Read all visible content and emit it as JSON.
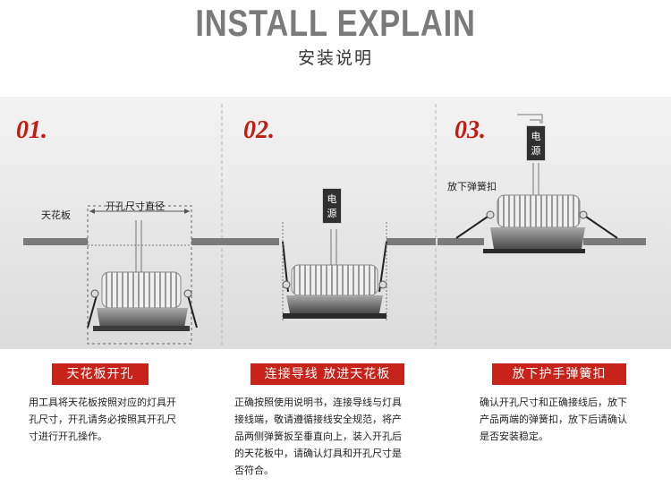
{
  "header": {
    "title": "INSTALL  EXPLAIN",
    "subtitle": "安装说明"
  },
  "steps": [
    {
      "number": "01.",
      "badge": "天花板开孔",
      "description_lines": [
        "用工具将天花板按照对应的灯具开",
        "孔尺寸，开孔请务必按照其开孔尺",
        "寸进行开孔操作。"
      ],
      "labels": {
        "ceiling": "天花板",
        "hole_size": "开孔尺寸直径"
      }
    },
    {
      "number": "02.",
      "badge": "连接导线  放进天花板",
      "description_lines": [
        "正确按照使用说明书，连接导线与灯具",
        "接线端，敬请遵循接线安全规范，将产",
        "品两侧弹簧扳至垂直向上，装入开孔后",
        "的天花板中，请确认灯具和开孔尺寸是",
        "否符合。"
      ],
      "labels": {
        "power_top": "电",
        "power_bottom": "源"
      }
    },
    {
      "number": "03.",
      "badge": "放下护手弹簧扣",
      "description_lines": [
        "确认开孔尺寸和正确接线后，放下",
        "产品两端的弹簧扣，放下后请确认",
        "是否安装稳定。"
      ],
      "labels": {
        "spring_clip": "放下弹簧扣",
        "power_top": "电",
        "power_bottom": "源"
      }
    }
  ],
  "colors": {
    "accent": "#c8231a",
    "step_number": "#c41a10",
    "title_gray": "#7a7a7a"
  }
}
